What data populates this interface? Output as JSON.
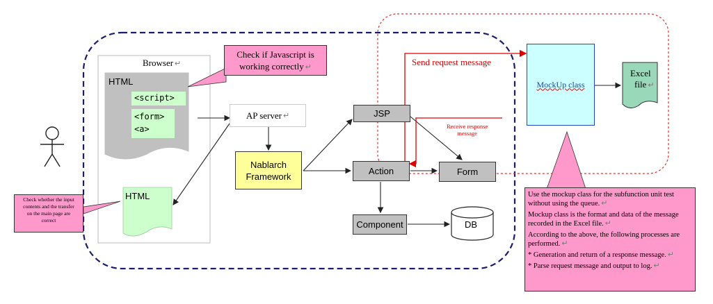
{
  "actor": {
    "icon": "user-icon"
  },
  "browser": {
    "title": "Browser",
    "main_page": {
      "label": "HTML",
      "script_tag": "<script>",
      "form_tag": "<form>",
      "a_tag": "<a>"
    },
    "sub_page": {
      "label": "HTML"
    }
  },
  "server": {
    "ap_server": "AP server",
    "framework_line1": "Nablarch",
    "framework_line2": "Framework",
    "jsp": "JSP",
    "action": "Action",
    "form": "Form",
    "component": "Component",
    "db": "DB"
  },
  "mockup": {
    "class_label": "MockUp class",
    "excel_line1": "Excel",
    "excel_line2": "file",
    "send_label": "Send request message",
    "receive_line1": "Receive response",
    "receive_line2": "message"
  },
  "callouts": {
    "javascript_line1": "Check if Javascript is",
    "javascript_line2": "working correctly",
    "input_check_line1": "Check whether the input",
    "input_check_line2": "contents and the transfer",
    "input_check_line3": "on the main page are",
    "input_check_line4": "correct",
    "mockup_note": {
      "p1": "Use the mockup class for the subfunction unit test without using the queue.",
      "p2": "Mockup class is the format and data of the message recorded in the Excel file.",
      "p3": "According to the above, the following processes are performed.",
      "p4": "* Generation and return of a response message.",
      "p5": "* Parse request message and output to log."
    }
  },
  "colors": {
    "callout_pink": "#ff99cc",
    "framework_yellow": "#ffff99",
    "mockup_cyan": "#ccffff",
    "excel_green": "#99d8b9",
    "node_gray": "#c0c0c0",
    "code_green": "#ccffcc",
    "boundary_navy": "#1a1a6e",
    "arrow_red": "#e00000"
  }
}
